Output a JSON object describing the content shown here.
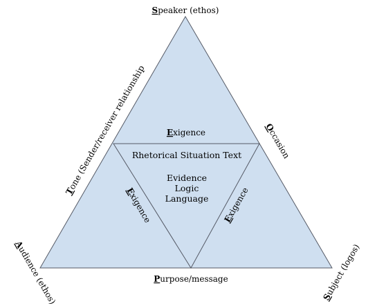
{
  "colors": {
    "triangle_fill": "#cfdff0",
    "outline": "#555a66"
  },
  "labels": {
    "speaker": {
      "initial": "S",
      "rest": "peaker (ethos)"
    },
    "audience": {
      "initial": "A",
      "rest": "udience (ethos)"
    },
    "subject": {
      "initial": "S",
      "rest": "ubject (logos)"
    },
    "tone": {
      "initial": "T",
      "rest": "one (Sender/receiver relationship"
    },
    "occasion": {
      "initial": "O",
      "rest": "ccasion"
    },
    "purpose": {
      "initial": "P",
      "rest": "urpose/message"
    },
    "exigence_top": {
      "initial": "E",
      "rest": "xigence"
    },
    "exigence_left": {
      "initial": "E",
      "rest": "xigence"
    },
    "exigence_right": {
      "initial": "E",
      "rest": "xigence"
    }
  },
  "center": {
    "title": "Rhetorical Situation Text",
    "items": [
      "Evidence",
      "Logic",
      "Language"
    ]
  }
}
